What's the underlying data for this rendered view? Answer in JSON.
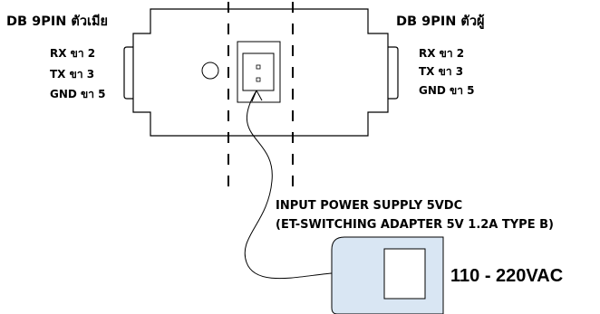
{
  "female_connector": {
    "title": "DB 9PIN ตัวเมีย",
    "pins": [
      "RX ขา 2",
      "TX ขา 3",
      "GND ขา 5"
    ]
  },
  "male_connector": {
    "title": "DB 9PIN ตัวผู้",
    "pins": [
      "RX ขา 2",
      "TX ขา 3",
      "GND ขา 5"
    ]
  },
  "power_supply": {
    "line1": "INPUT POWER SUPPLY 5VDC",
    "line2": "(ET-SWITCHING ADAPTER 5V 1.2A TYPE B)",
    "mains_label": "110 - 220VAC"
  },
  "colors": {
    "line": "#000000",
    "adapter_fill": "#d9e6f3",
    "background": "#ffffff"
  }
}
